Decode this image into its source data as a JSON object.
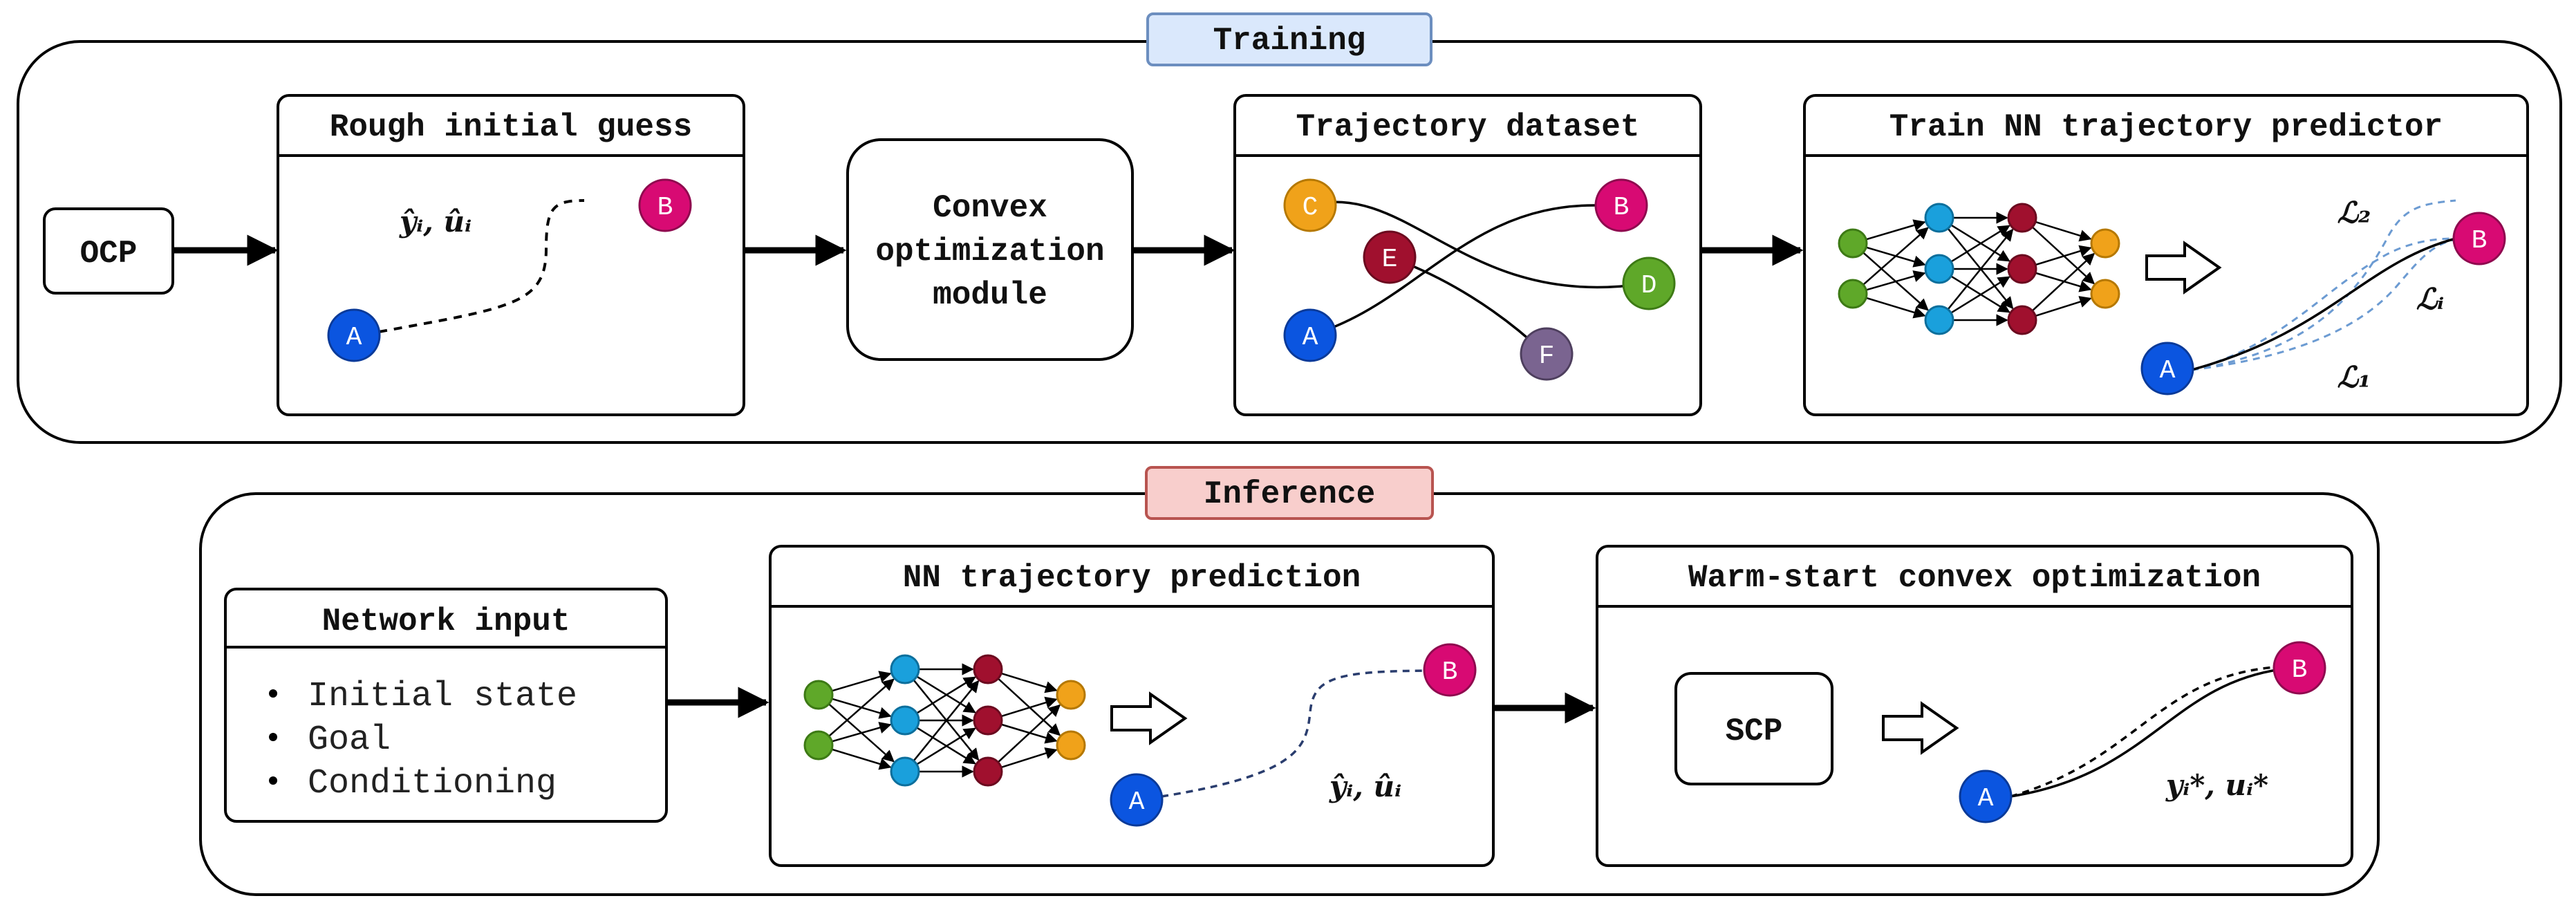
{
  "training": {
    "label": "Training",
    "ocp": "OCP",
    "rough_guess": {
      "title": "Rough initial guess",
      "math": "ŷᵢ, ûᵢ",
      "node_a": "A",
      "node_b": "B"
    },
    "convex_module": {
      "line1": "Convex",
      "line2": "optimization",
      "line3": "module"
    },
    "dataset": {
      "title": "Trajectory dataset",
      "nodes": [
        "A",
        "B",
        "C",
        "D",
        "E",
        "F"
      ]
    },
    "train_nn": {
      "title": "Train NN trajectory predictor",
      "node_a": "A",
      "node_b": "B",
      "loss_2": "ℒ₂",
      "loss_i": "ℒᵢ",
      "loss_1": "ℒ₁"
    }
  },
  "inference": {
    "label": "Inference",
    "network_input": {
      "title": "Network input",
      "items": [
        "Initial state",
        "Goal",
        "Conditioning"
      ]
    },
    "nn_prediction": {
      "title": "NN trajectory prediction",
      "node_a": "A",
      "node_b": "B",
      "math": "ŷᵢ, ûᵢ"
    },
    "warm_start": {
      "title": "Warm-start convex optimization",
      "scp": "SCP",
      "node_a": "A",
      "node_b": "B",
      "math": "yᵢ*, uᵢ*"
    }
  },
  "colors": {
    "blue": "#0b55e0",
    "magenta": "#d80a73",
    "orange": "#f0a21a",
    "green": "#5fa829",
    "darkred": "#a0102e",
    "purple": "#7a6490",
    "cyan": "#1aa0dc",
    "training_tag_fill": "#dae8fc",
    "training_tag_stroke": "#6c8ebf",
    "inference_tag_fill": "#f8cecc",
    "inference_tag_stroke": "#b85450",
    "dashed_blue": "#6c9bd2"
  }
}
